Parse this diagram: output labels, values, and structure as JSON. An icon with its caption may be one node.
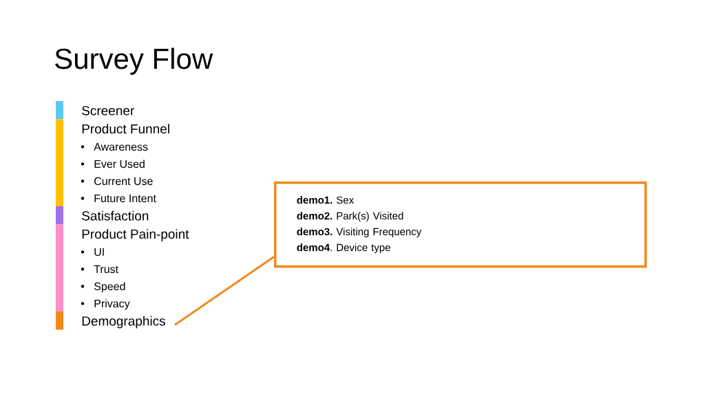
{
  "diagram": {
    "title": "Survey Flow",
    "nodes": [
      {
        "text": [
          "Screener"
        ]
      },
      {
        "text": [
          "Product Funnel",
          "Awareness",
          "Ever Used",
          "Current Use",
          "Future Intent"
        ]
      },
      {
        "text": [
          "Satisfaction"
        ]
      },
      {
        "text": [
          "Product Pain-point",
          "UI",
          "Trust",
          "Speed",
          "Privacy"
        ]
      },
      {
        "text": [
          "Demographics"
        ]
      },
      {
        "text": [
          "**demo1.** Sex",
          "**demo2.** Park(s) Visited",
          "**demo3.** Visiting Frequency",
          "**demo4**. Device type"
        ]
      }
    ],
    "edges": [
      {
        "from": 4,
        "to": 5,
        "arrow": "none"
      }
    ]
  }
}
